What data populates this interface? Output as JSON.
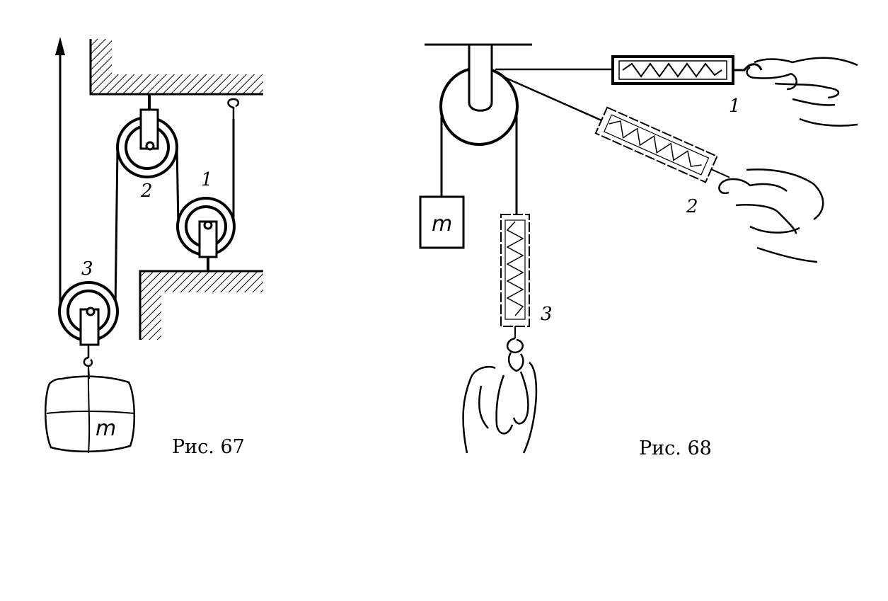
{
  "fig67": {
    "caption": "Рис. 67",
    "pulley_labels": [
      "1",
      "2",
      "3"
    ],
    "mass_label": "m"
  },
  "fig68": {
    "caption": "Рис. 68",
    "dynamometer_labels": [
      "1",
      "2",
      "3"
    ],
    "mass_label": "m"
  }
}
